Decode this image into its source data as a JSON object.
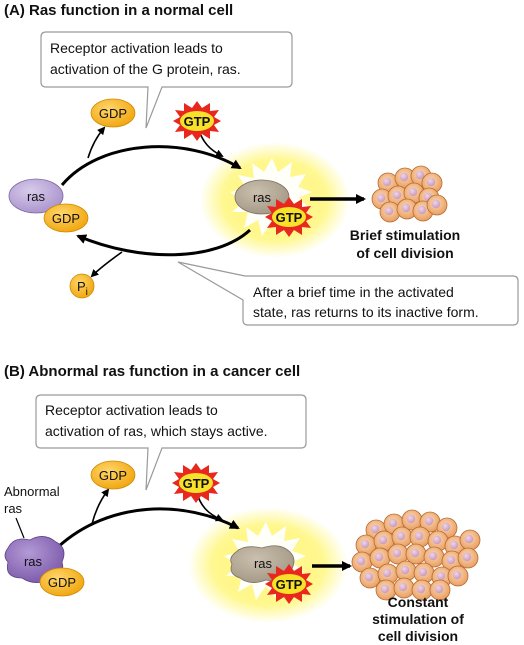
{
  "panel_a": {
    "title": "(A)  Ras function in a normal cell",
    "callout_top": [
      "Receptor activation leads to",
      "activation of the G protein, ras."
    ],
    "callout_bottom": [
      "After a brief time in the activated",
      "state, ras returns to its inactive form."
    ],
    "ras_label": "ras",
    "gdp_label": "GDP",
    "gtp_label": "GTP",
    "pi_label": "P",
    "pi_sub": "i",
    "result": [
      "Brief stimulation",
      "of cell division"
    ]
  },
  "panel_b": {
    "title": "(B)  Abnormal ras function in a cancer cell",
    "callout_top": [
      "Receptor activation leads to",
      "activation of ras, which stays active."
    ],
    "abnormal_label": [
      "Abnormal",
      "ras"
    ],
    "ras_label": "ras",
    "gdp_label": "GDP",
    "gtp_label": "GTP",
    "result": [
      "Constant",
      "stimulation of",
      "cell division"
    ]
  },
  "colors": {
    "ras_normal": "#b9a6d6",
    "ras_abnormal": "#8e6fb8",
    "gdp": "#f5b318",
    "gtp_star": "#e8281e",
    "glow": "#fff23a",
    "cell": "#f2b27a"
  }
}
